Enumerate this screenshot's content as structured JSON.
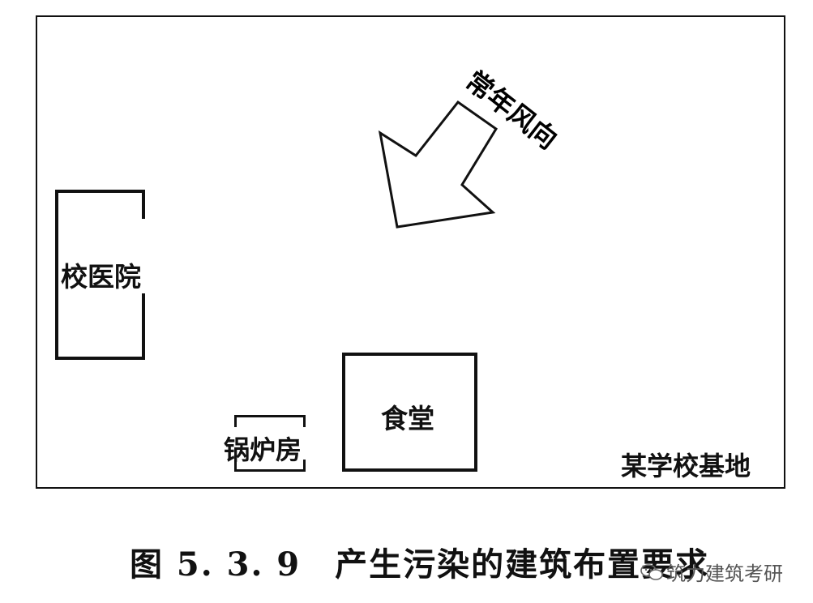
{
  "diagram": {
    "site_label": "某学校基地",
    "wind_label": "常年风向",
    "buildings": {
      "hospital": "校医院",
      "canteen": "食堂",
      "boiler": "锅炉房"
    }
  },
  "caption": "图 5. 3. 9　产生污染的建筑布置要求",
  "watermark": {
    "text": "筑力建筑考研",
    "icon": "wechat-icon"
  }
}
